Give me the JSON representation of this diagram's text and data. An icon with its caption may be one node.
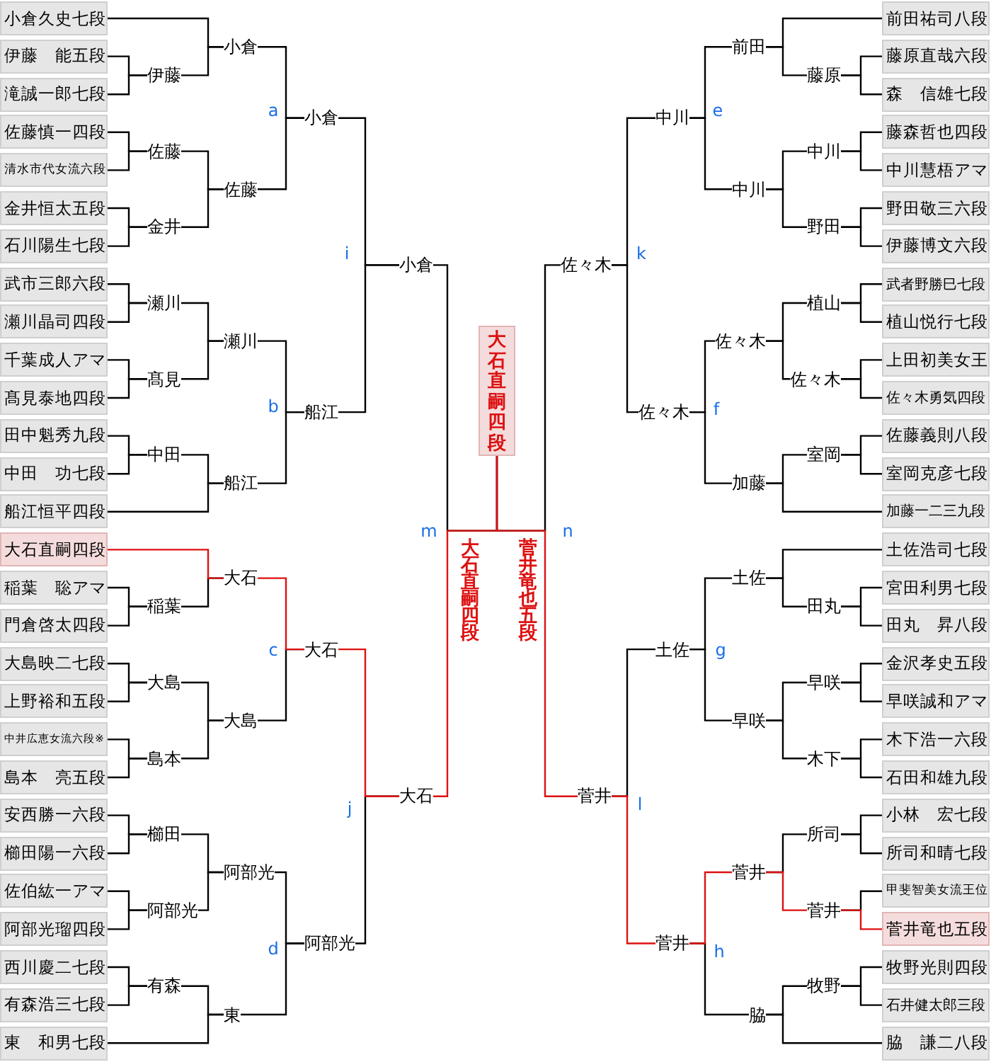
{
  "diagram": {
    "nodes": [
      {
        "text": [
          "小倉久史七段"
        ]
      },
      {
        "text": [
          "伊藤　能五段"
        ]
      },
      {
        "text": [
          "滝誠一郎七段"
        ]
      },
      {
        "text": [
          "佐藤慎一四段"
        ]
      },
      {
        "text": [
          "清水市代女流六段"
        ]
      },
      {
        "text": [
          "金井恒太五段"
        ]
      },
      {
        "text": [
          "石川陽生七段"
        ]
      },
      {
        "text": [
          "武市三郎六段"
        ]
      },
      {
        "text": [
          "瀬川晶司四段"
        ]
      },
      {
        "text": [
          "千葉成人アマ"
        ]
      },
      {
        "text": [
          "髙見泰地四段"
        ]
      },
      {
        "text": [
          "田中魁秀九段"
        ]
      },
      {
        "text": [
          "中田　功七段"
        ]
      },
      {
        "text": [
          "船江恒平四段"
        ]
      },
      {
        "text": [
          "大石直嗣四段"
        ]
      },
      {
        "text": [
          "稲葉　聡アマ"
        ]
      },
      {
        "text": [
          "門倉啓太四段"
        ]
      },
      {
        "text": [
          "大島映二七段"
        ]
      },
      {
        "text": [
          "上野裕和五段"
        ]
      },
      {
        "text": [
          "中井広恵女流六段※"
        ]
      },
      {
        "text": [
          "島本　亮五段"
        ]
      },
      {
        "text": [
          "安西勝一六段"
        ]
      },
      {
        "text": [
          "櫛田陽一六段"
        ]
      },
      {
        "text": [
          "佐伯紘一アマ"
        ]
      },
      {
        "text": [
          "阿部光瑠四段"
        ]
      },
      {
        "text": [
          "西川慶二七段"
        ]
      },
      {
        "text": [
          "有森浩三七段"
        ]
      },
      {
        "text": [
          "東　和男七段"
        ]
      },
      {
        "text": [
          "前田祐司八段"
        ]
      },
      {
        "text": [
          "藤原直哉六段"
        ]
      },
      {
        "text": [
          "森　信雄七段"
        ]
      },
      {
        "text": [
          "藤森哲也四段"
        ]
      },
      {
        "text": [
          "中川慧梧アマ"
        ]
      },
      {
        "text": [
          "野田敬三六段"
        ]
      },
      {
        "text": [
          "伊藤博文六段"
        ]
      },
      {
        "text": [
          "武者野勝巳七段"
        ]
      },
      {
        "text": [
          "植山悦行七段"
        ]
      },
      {
        "text": [
          "上田初美女王"
        ]
      },
      {
        "text": [
          "佐々木勇気四段"
        ]
      },
      {
        "text": [
          "佐藤義則八段"
        ]
      },
      {
        "text": [
          "室岡克彦七段"
        ]
      },
      {
        "text": [
          "加藤一二三九段"
        ]
      },
      {
        "text": [
          "土佐浩司七段"
        ]
      },
      {
        "text": [
          "宮田利男七段"
        ]
      },
      {
        "text": [
          "田丸　昇八段"
        ]
      },
      {
        "text": [
          "金沢孝史五段"
        ]
      },
      {
        "text": [
          "早咲誠和アマ"
        ]
      },
      {
        "text": [
          "木下浩一六段"
        ]
      },
      {
        "text": [
          "石田和雄九段"
        ]
      },
      {
        "text": [
          "小林　宏七段"
        ]
      },
      {
        "text": [
          "所司和晴七段"
        ]
      },
      {
        "text": [
          "甲斐智美女流王位"
        ]
      },
      {
        "text": [
          "菅井竜也五段"
        ]
      },
      {
        "text": [
          "牧野光則四段"
        ]
      },
      {
        "text": [
          "石井健太郎三段"
        ]
      },
      {
        "text": [
          "脇　謙二八段"
        ]
      },
      {
        "text": [
          "大石直嗣四段"
        ]
      },
      {
        "text": [
          "伊藤"
        ]
      },
      {
        "text": [
          "佐藤"
        ]
      },
      {
        "text": [
          "金井"
        ]
      },
      {
        "text": [
          "瀬川"
        ]
      },
      {
        "text": [
          "髙見"
        ]
      },
      {
        "text": [
          "中田"
        ]
      },
      {
        "text": [
          "稲葉"
        ]
      },
      {
        "text": [
          "大島"
        ]
      },
      {
        "text": [
          "島本"
        ]
      },
      {
        "text": [
          "櫛田"
        ]
      },
      {
        "text": [
          "阿部光"
        ]
      },
      {
        "text": [
          "有森"
        ]
      },
      {
        "text": [
          "小倉"
        ]
      },
      {
        "text": [
          "佐藤"
        ]
      },
      {
        "text": [
          "瀬川"
        ]
      },
      {
        "text": [
          "船江"
        ]
      },
      {
        "text": [
          "大石"
        ]
      },
      {
        "text": [
          "大島"
        ]
      },
      {
        "text": [
          "阿部光"
        ]
      },
      {
        "text": [
          "東"
        ]
      },
      {
        "text": [
          "小倉"
        ]
      },
      {
        "text": [
          "船江"
        ]
      },
      {
        "text": [
          "大石"
        ]
      },
      {
        "text": [
          "阿部光"
        ]
      },
      {
        "text": [
          "小倉"
        ]
      },
      {
        "text": [
          "大石"
        ]
      },
      {
        "text": [
          "藤原"
        ]
      },
      {
        "text": [
          "中川"
        ]
      },
      {
        "text": [
          "野田"
        ]
      },
      {
        "text": [
          "植山"
        ]
      },
      {
        "text": [
          "佐々木"
        ]
      },
      {
        "text": [
          "室岡"
        ]
      },
      {
        "text": [
          "田丸"
        ]
      },
      {
        "text": [
          "早咲"
        ]
      },
      {
        "text": [
          "木下"
        ]
      },
      {
        "text": [
          "所司"
        ]
      },
      {
        "text": [
          "菅井"
        ]
      },
      {
        "text": [
          "牧野"
        ]
      },
      {
        "text": [
          "前田"
        ]
      },
      {
        "text": [
          "中川"
        ]
      },
      {
        "text": [
          "佐々木"
        ]
      },
      {
        "text": [
          "加藤"
        ]
      },
      {
        "text": [
          "土佐"
        ]
      },
      {
        "text": [
          "早咲"
        ]
      },
      {
        "text": [
          "菅井"
        ]
      },
      {
        "text": [
          "脇"
        ]
      },
      {
        "text": [
          "中川"
        ]
      },
      {
        "text": [
          "佐々木"
        ]
      },
      {
        "text": [
          "土佐"
        ]
      },
      {
        "text": [
          "菅井"
        ]
      },
      {
        "text": [
          "佐々木"
        ]
      },
      {
        "text": [
          "菅井"
        ]
      }
    ],
    "edges": [
      {
        "from": 1,
        "to": 57,
        "arrow": "none"
      },
      {
        "from": 2,
        "to": 57,
        "arrow": "none"
      },
      {
        "from": 3,
        "to": 58,
        "arrow": "none"
      },
      {
        "from": 4,
        "to": 58,
        "arrow": "none"
      },
      {
        "from": 5,
        "to": 59,
        "arrow": "none"
      },
      {
        "from": 6,
        "to": 59,
        "arrow": "none"
      },
      {
        "from": 7,
        "to": 60,
        "arrow": "none"
      },
      {
        "from": 8,
        "to": 60,
        "arrow": "none"
      },
      {
        "from": 9,
        "to": 61,
        "arrow": "none"
      },
      {
        "from": 10,
        "to": 61,
        "arrow": "none"
      },
      {
        "from": 11,
        "to": 62,
        "arrow": "none"
      },
      {
        "from": 12,
        "to": 62,
        "arrow": "none"
      },
      {
        "from": 15,
        "to": 63,
        "arrow": "none"
      },
      {
        "from": 16,
        "to": 63,
        "arrow": "none"
      },
      {
        "from": 17,
        "to": 64,
        "arrow": "none"
      },
      {
        "from": 18,
        "to": 64,
        "arrow": "none"
      },
      {
        "from": 19,
        "to": 65,
        "arrow": "none"
      },
      {
        "from": 20,
        "to": 65,
        "arrow": "none"
      },
      {
        "from": 21,
        "to": 66,
        "arrow": "none"
      },
      {
        "from": 22,
        "to": 66,
        "arrow": "none"
      },
      {
        "from": 23,
        "to": 67,
        "arrow": "none"
      },
      {
        "from": 24,
        "to": 67,
        "arrow": "none"
      },
      {
        "from": 25,
        "to": 68,
        "arrow": "none"
      },
      {
        "from": 26,
        "to": 68,
        "arrow": "none"
      },
      {
        "from": 0,
        "to": 69,
        "arrow": "none"
      },
      {
        "from": 57,
        "to": 69,
        "arrow": "none"
      },
      {
        "from": 58,
        "to": 70,
        "arrow": "none"
      },
      {
        "from": 59,
        "to": 70,
        "arrow": "none"
      },
      {
        "from": 60,
        "to": 71,
        "arrow": "none"
      },
      {
        "from": 61,
        "to": 71,
        "arrow": "none"
      },
      {
        "from": 62,
        "to": 72,
        "arrow": "none"
      },
      {
        "from": 13,
        "to": 72,
        "arrow": "none"
      },
      {
        "from": 14,
        "to": 73,
        "arrow": "none",
        "color": "#dd1111"
      },
      {
        "from": 63,
        "to": 73,
        "arrow": "none"
      },
      {
        "from": 64,
        "to": 74,
        "arrow": "none"
      },
      {
        "from": 65,
        "to": 74,
        "arrow": "none"
      },
      {
        "from": 66,
        "to": 75,
        "arrow": "none"
      },
      {
        "from": 67,
        "to": 75,
        "arrow": "none"
      },
      {
        "from": 68,
        "to": 76,
        "arrow": "none"
      },
      {
        "from": 27,
        "to": 76,
        "arrow": "none"
      },
      {
        "from": 69,
        "to": 77,
        "arrow": "none"
      },
      {
        "from": 70,
        "to": 77,
        "arrow": "none"
      },
      {
        "from": 71,
        "to": 78,
        "arrow": "none"
      },
      {
        "from": 72,
        "to": 78,
        "arrow": "none"
      },
      {
        "from": 73,
        "to": 79,
        "arrow": "none",
        "color": "#dd1111"
      },
      {
        "from": 74,
        "to": 79,
        "arrow": "none"
      },
      {
        "from": 75,
        "to": 80,
        "arrow": "none"
      },
      {
        "from": 76,
        "to": 80,
        "arrow": "none"
      },
      {
        "from": 77,
        "to": 81,
        "arrow": "none"
      },
      {
        "from": 78,
        "to": 81,
        "arrow": "none"
      },
      {
        "from": 79,
        "to": 82,
        "arrow": "none",
        "color": "#dd1111"
      },
      {
        "from": 80,
        "to": 82,
        "arrow": "none"
      },
      {
        "from": 29,
        "to": 83,
        "arrow": "none"
      },
      {
        "from": 30,
        "to": 83,
        "arrow": "none"
      },
      {
        "from": 31,
        "to": 84,
        "arrow": "none"
      },
      {
        "from": 32,
        "to": 84,
        "arrow": "none"
      },
      {
        "from": 33,
        "to": 85,
        "arrow": "none"
      },
      {
        "from": 34,
        "to": 85,
        "arrow": "none"
      },
      {
        "from": 35,
        "to": 86,
        "arrow": "none"
      },
      {
        "from": 36,
        "to": 86,
        "arrow": "none"
      },
      {
        "from": 37,
        "to": 87,
        "arrow": "none"
      },
      {
        "from": 38,
        "to": 87,
        "arrow": "none"
      },
      {
        "from": 39,
        "to": 88,
        "arrow": "none"
      },
      {
        "from": 40,
        "to": 88,
        "arrow": "none"
      },
      {
        "from": 43,
        "to": 89,
        "arrow": "none"
      },
      {
        "from": 44,
        "to": 89,
        "arrow": "none"
      },
      {
        "from": 45,
        "to": 90,
        "arrow": "none"
      },
      {
        "from": 46,
        "to": 90,
        "arrow": "none"
      },
      {
        "from": 47,
        "to": 91,
        "arrow": "none"
      },
      {
        "from": 48,
        "to": 91,
        "arrow": "none"
      },
      {
        "from": 49,
        "to": 92,
        "arrow": "none"
      },
      {
        "from": 50,
        "to": 92,
        "arrow": "none"
      },
      {
        "from": 51,
        "to": 93,
        "arrow": "none"
      },
      {
        "from": 52,
        "to": 93,
        "arrow": "none",
        "color": "#dd1111"
      },
      {
        "from": 53,
        "to": 94,
        "arrow": "none"
      },
      {
        "from": 54,
        "to": 94,
        "arrow": "none"
      },
      {
        "from": 28,
        "to": 95,
        "arrow": "none"
      },
      {
        "from": 83,
        "to": 95,
        "arrow": "none"
      },
      {
        "from": 84,
        "to": 96,
        "arrow": "none"
      },
      {
        "from": 85,
        "to": 96,
        "arrow": "none"
      },
      {
        "from": 86,
        "to": 97,
        "arrow": "none"
      },
      {
        "from": 87,
        "to": 97,
        "arrow": "none"
      },
      {
        "from": 88,
        "to": 98,
        "arrow": "none"
      },
      {
        "from": 41,
        "to": 98,
        "arrow": "none"
      },
      {
        "from": 42,
        "to": 99,
        "arrow": "none"
      },
      {
        "from": 89,
        "to": 99,
        "arrow": "none"
      },
      {
        "from": 90,
        "to": 100,
        "arrow": "none"
      },
      {
        "from": 91,
        "to": 100,
        "arrow": "none"
      },
      {
        "from": 92,
        "to": 101,
        "arrow": "none"
      },
      {
        "from": 93,
        "to": 101,
        "arrow": "none",
        "color": "#dd1111"
      },
      {
        "from": 94,
        "to": 102,
        "arrow": "none"
      },
      {
        "from": 55,
        "to": 102,
        "arrow": "none"
      },
      {
        "from": 95,
        "to": 103,
        "arrow": "none"
      },
      {
        "from": 96,
        "to": 103,
        "arrow": "none"
      },
      {
        "from": 97,
        "to": 104,
        "arrow": "none"
      },
      {
        "from": 98,
        "to": 104,
        "arrow": "none"
      },
      {
        "from": 99,
        "to": 105,
        "arrow": "none"
      },
      {
        "from": 100,
        "to": 105,
        "arrow": "none"
      },
      {
        "from": 101,
        "to": 106,
        "arrow": "none",
        "color": "#dd1111"
      },
      {
        "from": 102,
        "to": 106,
        "arrow": "none"
      },
      {
        "from": 103,
        "to": 107,
        "arrow": "none"
      },
      {
        "from": 104,
        "to": 107,
        "arrow": "none"
      },
      {
        "from": 105,
        "to": 108,
        "arrow": "none"
      },
      {
        "from": 106,
        "to": 108,
        "arrow": "none",
        "color": "#dd1111"
      },
      {
        "from": 81,
        "to": 56,
        "arrow": "none"
      },
      {
        "from": 82,
        "to": 56,
        "arrow": "none",
        "color": "#dd1111"
      },
      {
        "from": 107,
        "to": 56,
        "arrow": "none"
      },
      {
        "from": 108,
        "to": 56,
        "arrow": "none",
        "color": "#dd1111"
      }
    ],
    "labels": [
      "a",
      "e",
      "i",
      "k",
      "b",
      "f",
      "m",
      "n",
      "大石直嗣四段",
      "菅井竜也五段",
      "c",
      "g",
      "j",
      "l",
      "d",
      "h"
    ]
  }
}
